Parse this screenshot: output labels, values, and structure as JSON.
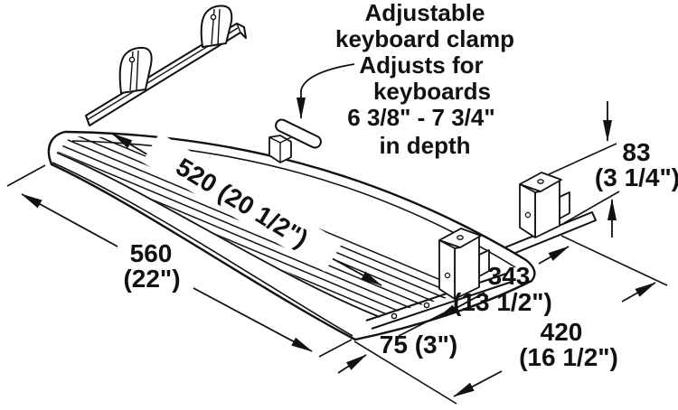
{
  "diagram": {
    "title": "Keyboard tray technical drawing",
    "callout": {
      "lines": [
        "Adjustable",
        "keyboard clamp",
        "Adjusts for",
        "keyboards",
        "6 3/8\" - 7 3/4\"",
        "in depth"
      ]
    },
    "dimensions": {
      "surface_width": "520 (20 1/2\")",
      "overall_width_value": "560",
      "overall_width_imperial": "(22\")",
      "bracket_height_value": "83",
      "bracket_height_imperial": "(3 1/4\")",
      "bracket_spacing_value": "343",
      "bracket_spacing_imperial": "(13 1/2\")",
      "front_offset": "75 (3\")",
      "rail_length_value": "420",
      "rail_length_imperial": "(16 1/2\")"
    },
    "colors": {
      "line": "#111111",
      "background": "#ffffff"
    }
  }
}
